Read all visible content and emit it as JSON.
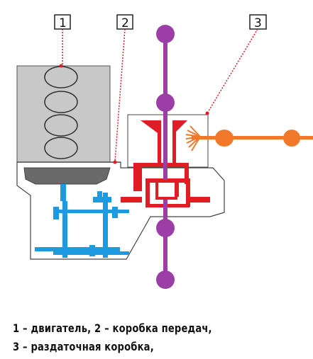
{
  "labels": [
    "1",
    "2",
    "3"
  ],
  "caption": {
    "line1": "1 – двигатель, 2 – коробка передач,",
    "line2": "3 – раздаточная коробка,"
  },
  "colors": {
    "engine": "#c8c8c8",
    "gearbox": "#ffffff",
    "gear_blue": "#1e9be0",
    "transfer_red": "#e01c24",
    "shaft_purple": "#9b3fa6",
    "driveshaft_orange": "#f07828",
    "leader_red": "#e01c24",
    "outline": "#333333"
  }
}
